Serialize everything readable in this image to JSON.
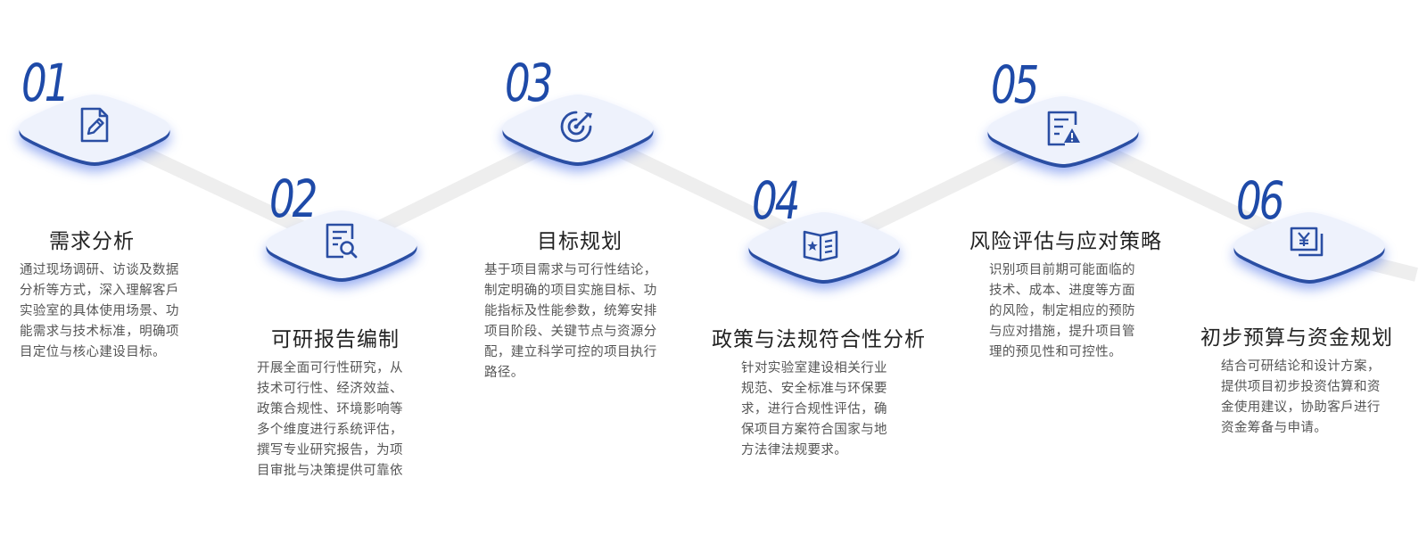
{
  "colors": {
    "accent": "#2a4ea3",
    "shadow": "#3f68e6",
    "tile_fill": "#eef2fc",
    "connector": "#eeeeee"
  },
  "steps": [
    {
      "number": "01",
      "title": "需求分析",
      "icon": "document-edit-icon",
      "desc": [
        "通过现场调研、访谈及数据",
        "分析等方式，深入理解客戶",
        "实验室的具体使用场景、功",
        "能需求与技术标准，明确项",
        "目定位与核心建设目标。"
      ]
    },
    {
      "number": "02",
      "title": "可研报告编制",
      "icon": "report-search-icon",
      "desc": [
        "开展全面可行性研究，从",
        "技术可行性、经济效益、",
        "政策合规性、环境影响等",
        "多个维度进行系统评估，",
        "撰写专业研究报告，为项",
        "目审批与决策提供可靠依"
      ]
    },
    {
      "number": "03",
      "title": "目标规划",
      "icon": "target-icon",
      "desc": [
        "基于项目需求与可行性结论，",
        "制定明确的项目实施目标、功",
        "能指标及性能参数，统筹安排",
        "项目阶段、关键节点与资源分",
        "配，建立科学可控的项目执行",
        "路径。"
      ]
    },
    {
      "number": "04",
      "title": "政策与法规符合性分析",
      "icon": "policy-book-icon",
      "desc": [
        "针对实验室建设相关行业",
        "规范、安全标准与环保要",
        "求，进行合规性评估，确",
        "保项目方案符合国家与地",
        "方法律法规要求。"
      ]
    },
    {
      "number": "05",
      "title": "风险评估与应对策略",
      "icon": "risk-warning-icon",
      "desc": [
        "识别项目前期可能面临的",
        "技术、成本、进度等方面",
        "的风险，制定相应的预防",
        "与应对措施，提升项目管",
        "理的预见性和可控性。"
      ]
    },
    {
      "number": "06",
      "title": "初步预算与资金规划",
      "icon": "yen-budget-icon",
      "desc": [
        "结合可研结论和设计方案，",
        "提供项目初步投资估算和资",
        "金使用建议，协助客戶进行",
        "资金筹备与申请。"
      ]
    }
  ]
}
